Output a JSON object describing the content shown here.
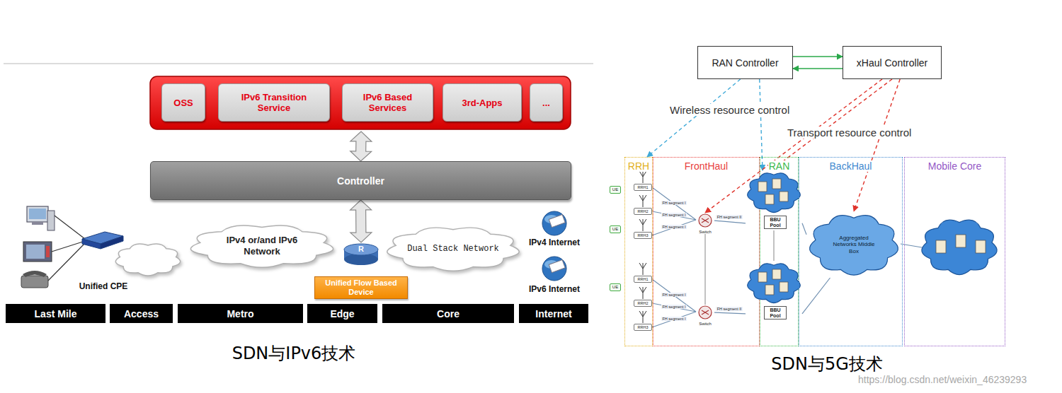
{
  "diagram": {
    "nodes": [
      {
        "text": [
          "OSS"
        ]
      },
      {
        "text": [
          "IPv6 Transition Service"
        ]
      },
      {
        "text": [
          "IPv6 Based Services"
        ]
      },
      {
        "text": [
          "3rd-Apps"
        ]
      },
      {
        "text": [
          "..."
        ]
      },
      {
        "text": [
          "Controller"
        ]
      },
      {
        "text": [
          "Unified CPE"
        ]
      },
      {
        "text": [
          "IPv4 or/and IPv6 Network"
        ]
      },
      {
        "text": [
          "Dual Stack Network"
        ]
      },
      {
        "text": [
          "Unified Flow Based Device"
        ]
      },
      {
        "text": [
          "IPv4 Internet"
        ]
      },
      {
        "text": [
          "IPv6 Internet"
        ]
      },
      {
        "text": [
          "Last Mile"
        ]
      },
      {
        "text": [
          "Access"
        ]
      },
      {
        "text": [
          "Metro"
        ]
      },
      {
        "text": [
          "Edge"
        ]
      },
      {
        "text": [
          "Core"
        ]
      },
      {
        "text": [
          "Internet"
        ]
      },
      {
        "text": [
          "RAN Controller"
        ]
      },
      {
        "text": [
          "xHaul Controller"
        ]
      },
      {
        "text": [
          "RRH"
        ]
      },
      {
        "text": [
          "FrontHaul"
        ]
      },
      {
        "text": [
          "RAN"
        ]
      },
      {
        "text": [
          "BackHaul"
        ]
      },
      {
        "text": [
          "Mobile Core"
        ]
      },
      {
        "text": [
          "Switch"
        ],
        "in": 21
      },
      {
        "text": [
          "Switch"
        ],
        "in": 21
      },
      {
        "text": [
          "BBU Pool"
        ],
        "in": 22
      },
      {
        "text": [
          "BBU Pool"
        ],
        "in": 22
      },
      {
        "text": [
          "Aggregated Networks Middle Box"
        ],
        "in": 23
      }
    ],
    "edges": [
      {
        "from": 2,
        "to": 5,
        "arrow": "both"
      },
      {
        "from": 5,
        "to": 9,
        "arrow": "both"
      },
      {
        "from": 18,
        "to": 19,
        "arrow": "to"
      },
      {
        "from": 19,
        "to": 18,
        "arrow": "to"
      },
      {
        "from": 18,
        "to": 20,
        "arrow": "to"
      },
      {
        "from": 18,
        "to": 27,
        "arrow": "to"
      },
      {
        "from": 19,
        "to": 25,
        "arrow": "to"
      },
      {
        "from": 19,
        "to": 27,
        "arrow": "to"
      },
      {
        "from": 19,
        "to": 29,
        "arrow": "to"
      },
      {
        "from": 25,
        "to": 27,
        "arrow": "none"
      },
      {
        "from": 26,
        "to": 28,
        "arrow": "none"
      },
      {
        "from": 25,
        "to": 26,
        "arrow": "none"
      },
      {
        "from": 27,
        "to": 28,
        "arrow": "none"
      },
      {
        "from": 27,
        "to": 29,
        "arrow": "none"
      },
      {
        "from": 28,
        "to": 29,
        "arrow": "none"
      }
    ],
    "labels": [
      "SDN与IPv6技术",
      "SDN与5G技术",
      "Wireless resource control",
      "Transport resource control",
      "UE",
      "UE",
      "UE",
      "RRH1",
      "RRH2",
      "RRH3",
      "RRH1",
      "RRH2",
      "RRH3",
      "FH segment I",
      "FH segment I",
      "FH segment I",
      "FH segment I",
      "FH segment I",
      "FH segment I",
      "FH segment II",
      "FH segment II",
      "https://blog.csdn.net/weixin_46239293",
      "R"
    ]
  }
}
